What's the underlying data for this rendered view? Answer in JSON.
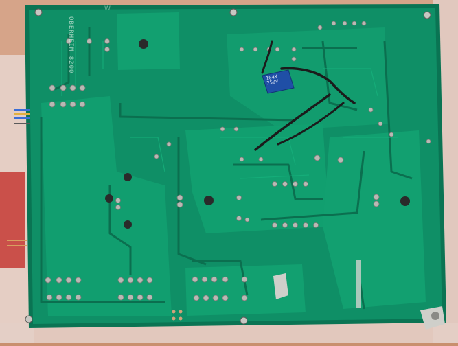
{
  "scene": {
    "subject": "circuit board solder side",
    "colors": {
      "background": "#c98f6e",
      "bubble_wrap": "#e7d3cb",
      "board": "#0f8f66",
      "board_dark": "#0a7453",
      "trace": "#14a574",
      "trace_edge": "#0b6f4f",
      "solder": "#b9b9b4",
      "capacitor": "#1f4fa6",
      "wire": "#1b1b1b"
    },
    "silkscreen": {
      "board_code": "OBERHEIM 8200",
      "corner_mark": "W"
    },
    "capacitor_marking": "104K\n250V",
    "icons": [
      "screw-icon",
      "solder-pad-icon",
      "capacitor-icon",
      "wire-icon"
    ]
  }
}
